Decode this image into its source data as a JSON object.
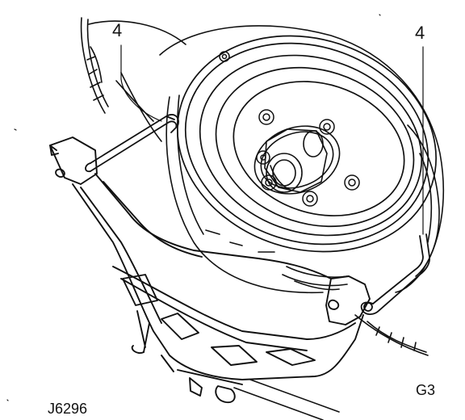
{
  "callouts": {
    "left": "4",
    "right": "4"
  },
  "figure_id": "J6296",
  "sheet_code": "G3"
}
